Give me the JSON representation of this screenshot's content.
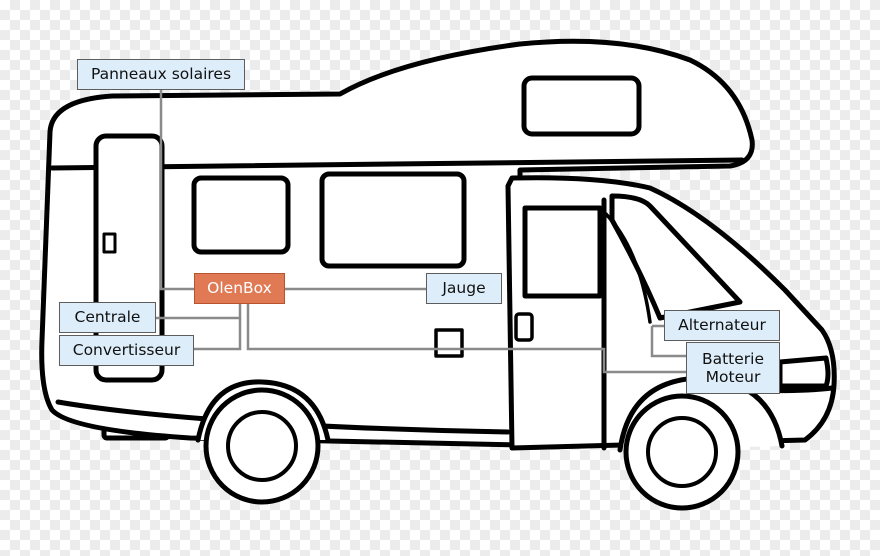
{
  "labels": {
    "panneaux": "Panneaux solaires",
    "olenbox": "OlenBox",
    "jauge": "Jauge",
    "centrale": "Centrale",
    "convertisseur": "Convertisseur",
    "alternateur": "Alternateur",
    "batterie_l1": "Batterie",
    "batterie_l2": "Moteur"
  },
  "colors": {
    "outline": "#000000",
    "vehicle_fill": "#ffffff",
    "wire": "#8a8a8a",
    "label_bg": "#ddeefa",
    "hub_bg": "#e07a55",
    "background_checker": "#ececec"
  }
}
